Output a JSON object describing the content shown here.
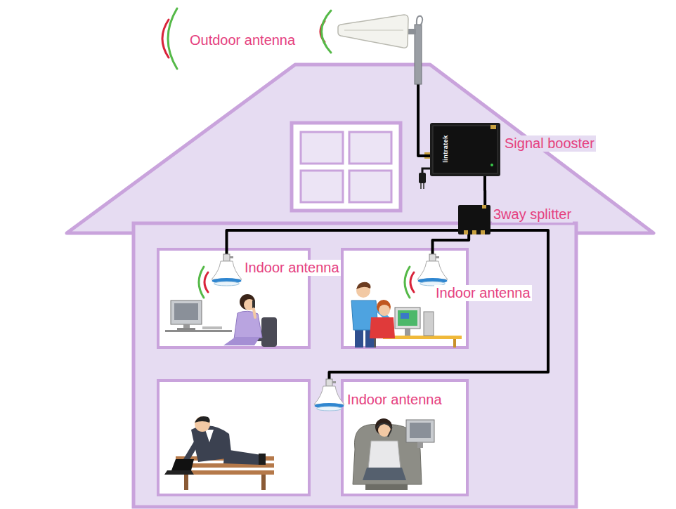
{
  "diagram": {
    "nodes": [
      {
        "text": [
          "Outdoor antenna"
        ]
      },
      {
        "text": [
          "Signal booster"
        ]
      },
      {
        "text": [
          "3way splitter"
        ]
      },
      {
        "text": [
          "Indoor antenna"
        ]
      },
      {
        "text": [
          "Indoor antenna"
        ]
      },
      {
        "text": [
          "Indoor antenna"
        ]
      }
    ],
    "edges": [
      {
        "from": 0,
        "to": 1,
        "arrow": "none"
      },
      {
        "from": 1,
        "to": 2,
        "arrow": "none"
      },
      {
        "from": 2,
        "to": 3,
        "arrow": "none"
      },
      {
        "from": 2,
        "to": 4,
        "arrow": "none"
      },
      {
        "from": 2,
        "to": 5,
        "arrow": "none"
      }
    ],
    "labels": [
      "lintratek"
    ]
  }
}
